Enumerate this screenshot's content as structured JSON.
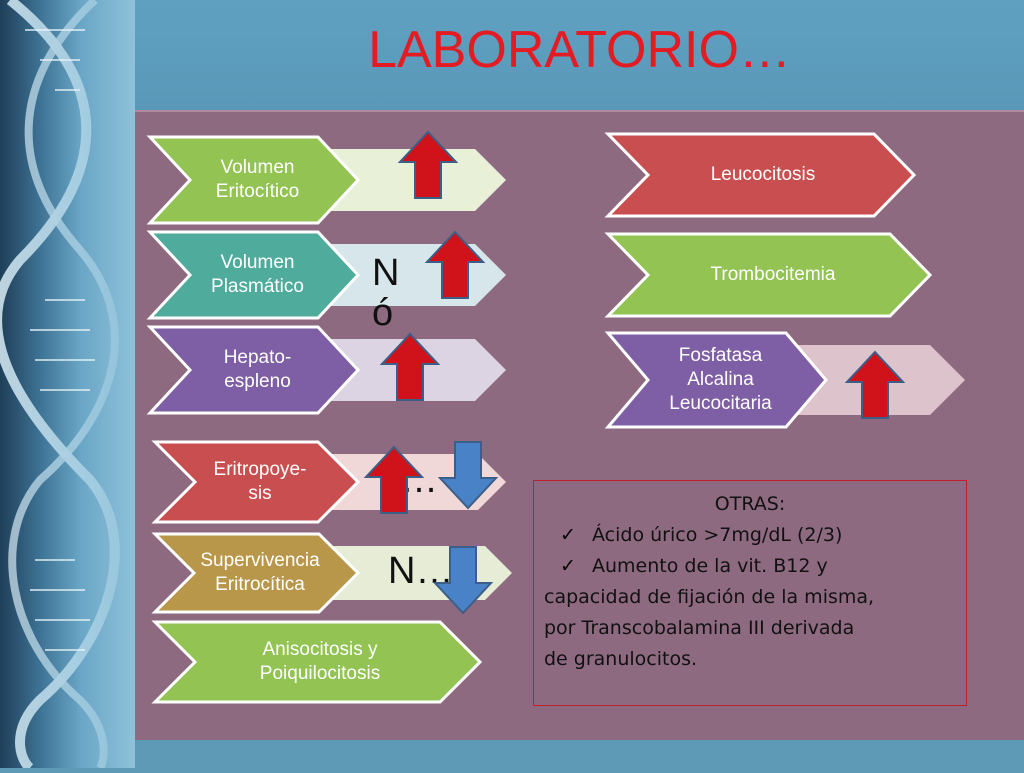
{
  "slide": {
    "title": "LABORATORIO…"
  },
  "left_column": [
    {
      "label": "Volumen\nEritocítico",
      "value": "",
      "indicators": [
        "up-arrow-icon"
      ],
      "color": "#92c353",
      "tail": "#e9f0d8"
    },
    {
      "label": "Volumen\nPlasmático",
      "value": "N ó",
      "indicators": [
        "up-arrow-icon"
      ],
      "color": "#4fab9c",
      "tail": "#d6e6ea"
    },
    {
      "label": "Hepato-\nespleno",
      "value": "",
      "indicators": [
        "up-arrow-icon"
      ],
      "color": "#7e5ea4",
      "tail": "#ddd4e3"
    },
    {
      "label": "Eritropoye-\nsis",
      "value": "…",
      "indicators": [
        "up-arrow-icon",
        "down-arrow-icon"
      ],
      "color": "#c94e50",
      "tail": "#f0d8d8"
    },
    {
      "label": "Supervivencia\nEritrocítica",
      "value": "N…",
      "indicators": [
        "down-arrow-icon"
      ],
      "color": "#b9974a",
      "tail": "#e6ecd6"
    },
    {
      "label": "Anisocitosis y\nPoiquilocitosis",
      "color": "#92c353"
    }
  ],
  "right_column": [
    {
      "label": "Leucocitosis",
      "color": "#c94e50"
    },
    {
      "label": "Trombocitemia",
      "color": "#92c353"
    },
    {
      "label": "Fosfatasa\nAlcalina\nLeucocitaria",
      "indicators": [
        "up-arrow-icon"
      ],
      "color": "#7e5ea4",
      "tail": "#ddc4cc"
    }
  ],
  "otras": {
    "heading": "OTRAS:",
    "items": [
      "Ácido úrico >7mg/dL (2/3)",
      "Aumento de la vit. B12 y"
    ],
    "continuation": [
      "capacidad de fijación de la misma,",
      "por Transcobalamina III derivada",
      "de granulocitos."
    ],
    "check_icon": "check-icon"
  },
  "colors": {
    "title": "#e31b23",
    "panel": "#8e6a80",
    "up_arrow": "#d0121b",
    "down_arrow": "#4a82c7"
  }
}
